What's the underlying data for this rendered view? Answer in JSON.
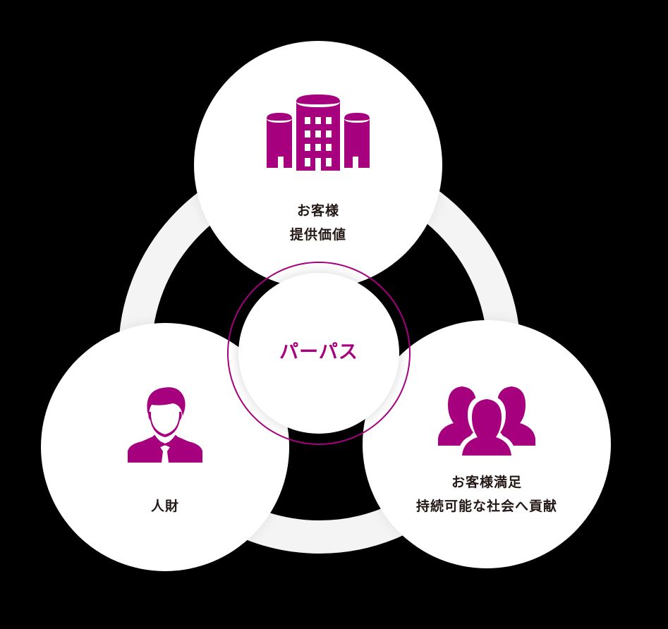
{
  "colors": {
    "accent": "#a6007f",
    "text": "#231815",
    "ring": "#f4f4f4",
    "background": "#000000",
    "node_fill": "#ffffff"
  },
  "center": {
    "label": "パーパス"
  },
  "nodes": [
    {
      "id": "top",
      "icon": "office-buildings-icon",
      "lines": [
        "お客様",
        "提供価値"
      ]
    },
    {
      "id": "left",
      "icon": "businessman-icon",
      "lines": [
        "人財"
      ]
    },
    {
      "id": "right",
      "icon": "group-people-icon",
      "lines": [
        "お客様満足",
        "持続可能な社会へ貢献"
      ]
    }
  ]
}
